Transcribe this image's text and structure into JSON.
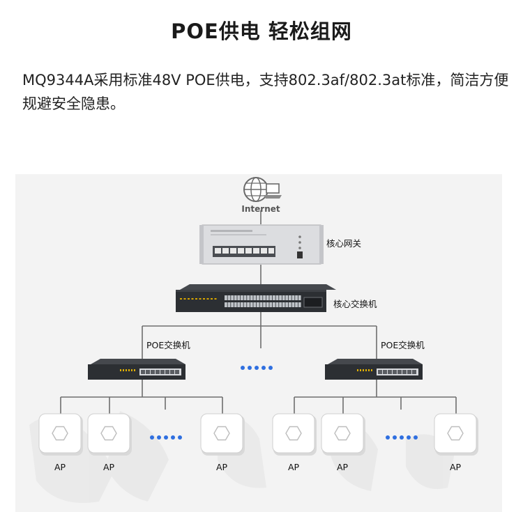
{
  "header": {
    "title": "POE供电 轻松组网",
    "description": "MQ9344A采用标准48V POE供电，支持802.3af/802.3at标准，简洁方便规避安全隐患。"
  },
  "diagram": {
    "internet_label": "Internet",
    "gateway_label": "核心网关",
    "core_switch_label": "核心交换机",
    "poe_switches": [
      {
        "label": "POE交换机"
      },
      {
        "label": "POE交换机"
      }
    ],
    "access_points": [
      {
        "label": "AP"
      },
      {
        "label": "AP"
      },
      {
        "label": "AP"
      },
      {
        "label": "AP"
      },
      {
        "label": "AP"
      },
      {
        "label": "AP"
      }
    ]
  },
  "colors": {
    "link_line": "#6e6e6e",
    "ellipsis_dots": "#2f6fe0",
    "switch_body": "#2c2f33",
    "gateway_body": "#dcdde0",
    "ap_body": "#ffffff"
  }
}
